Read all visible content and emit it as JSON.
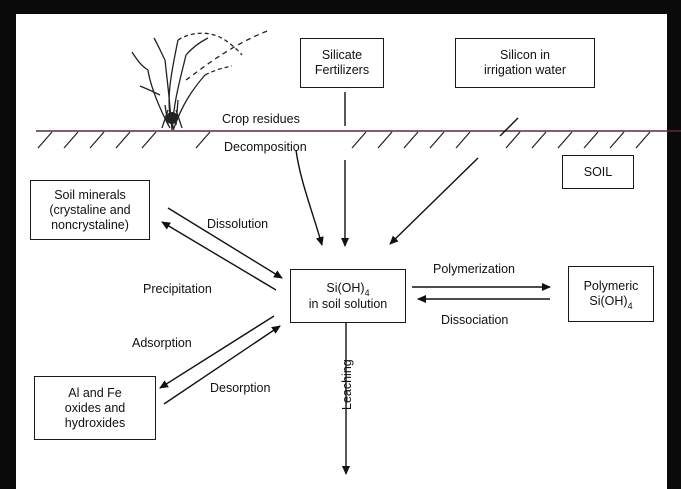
{
  "boxes": {
    "silicate_fertilizers": [
      "Silicate",
      "Fertilizers"
    ],
    "silicon_irrigation": [
      "Silicon in",
      "irrigation water"
    ],
    "soil": "SOIL",
    "soil_minerals": [
      "Soil minerals",
      "(crystaline and",
      "noncrystaline)"
    ],
    "sioh4_main": "Si(OH)",
    "sioh4_sub": "4",
    "sioh4_line2": "in soil solution",
    "polymeric_line1": "Polymeric",
    "polymeric_main": "Si(OH)",
    "polymeric_sub": "4",
    "al_fe": [
      "Al and Fe",
      "oxides and",
      "hydroxides"
    ]
  },
  "labels": {
    "crop_residues": "Crop residues",
    "decomposition": "Decomposition",
    "dissolution": "Dissolution",
    "precipitation": "Precipitation",
    "adsorption": "Adsorption",
    "desorption": "Desorption",
    "polymerization": "Polymerization",
    "dissociation": "Dissociation",
    "leaching": "Leaching"
  },
  "colors": {
    "ink": "#111111",
    "frame": "#0a0a0a",
    "soil_line": "#5a2a3a"
  }
}
